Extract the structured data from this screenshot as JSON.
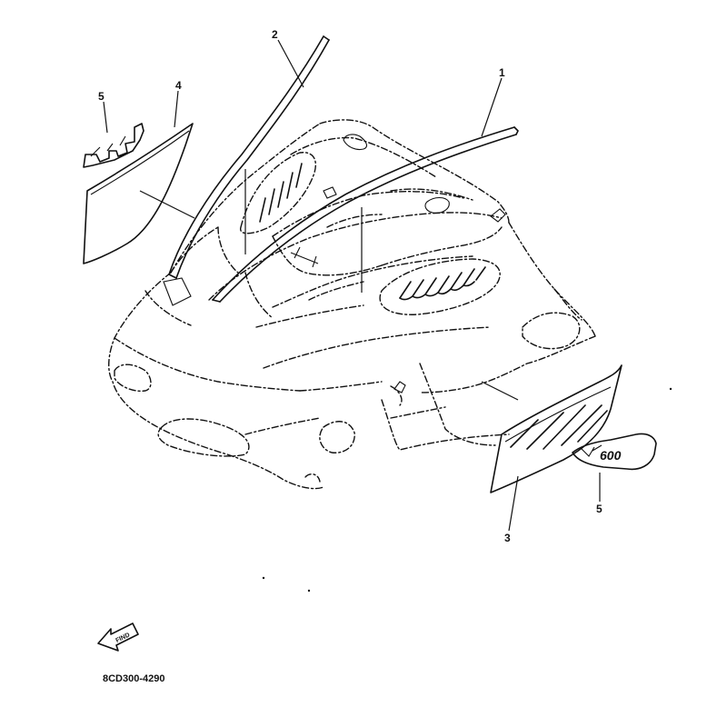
{
  "callouts": [
    {
      "id": "c1",
      "label": "1"
    },
    {
      "id": "c2",
      "label": "2"
    },
    {
      "id": "c3",
      "label": "3"
    },
    {
      "id": "c4",
      "label": "4"
    },
    {
      "id": "c5a",
      "label": "5"
    },
    {
      "id": "c5b",
      "label": "5"
    }
  ],
  "find_arrow": {
    "label": "FIND"
  },
  "drawing_code": "8CD300-4290"
}
